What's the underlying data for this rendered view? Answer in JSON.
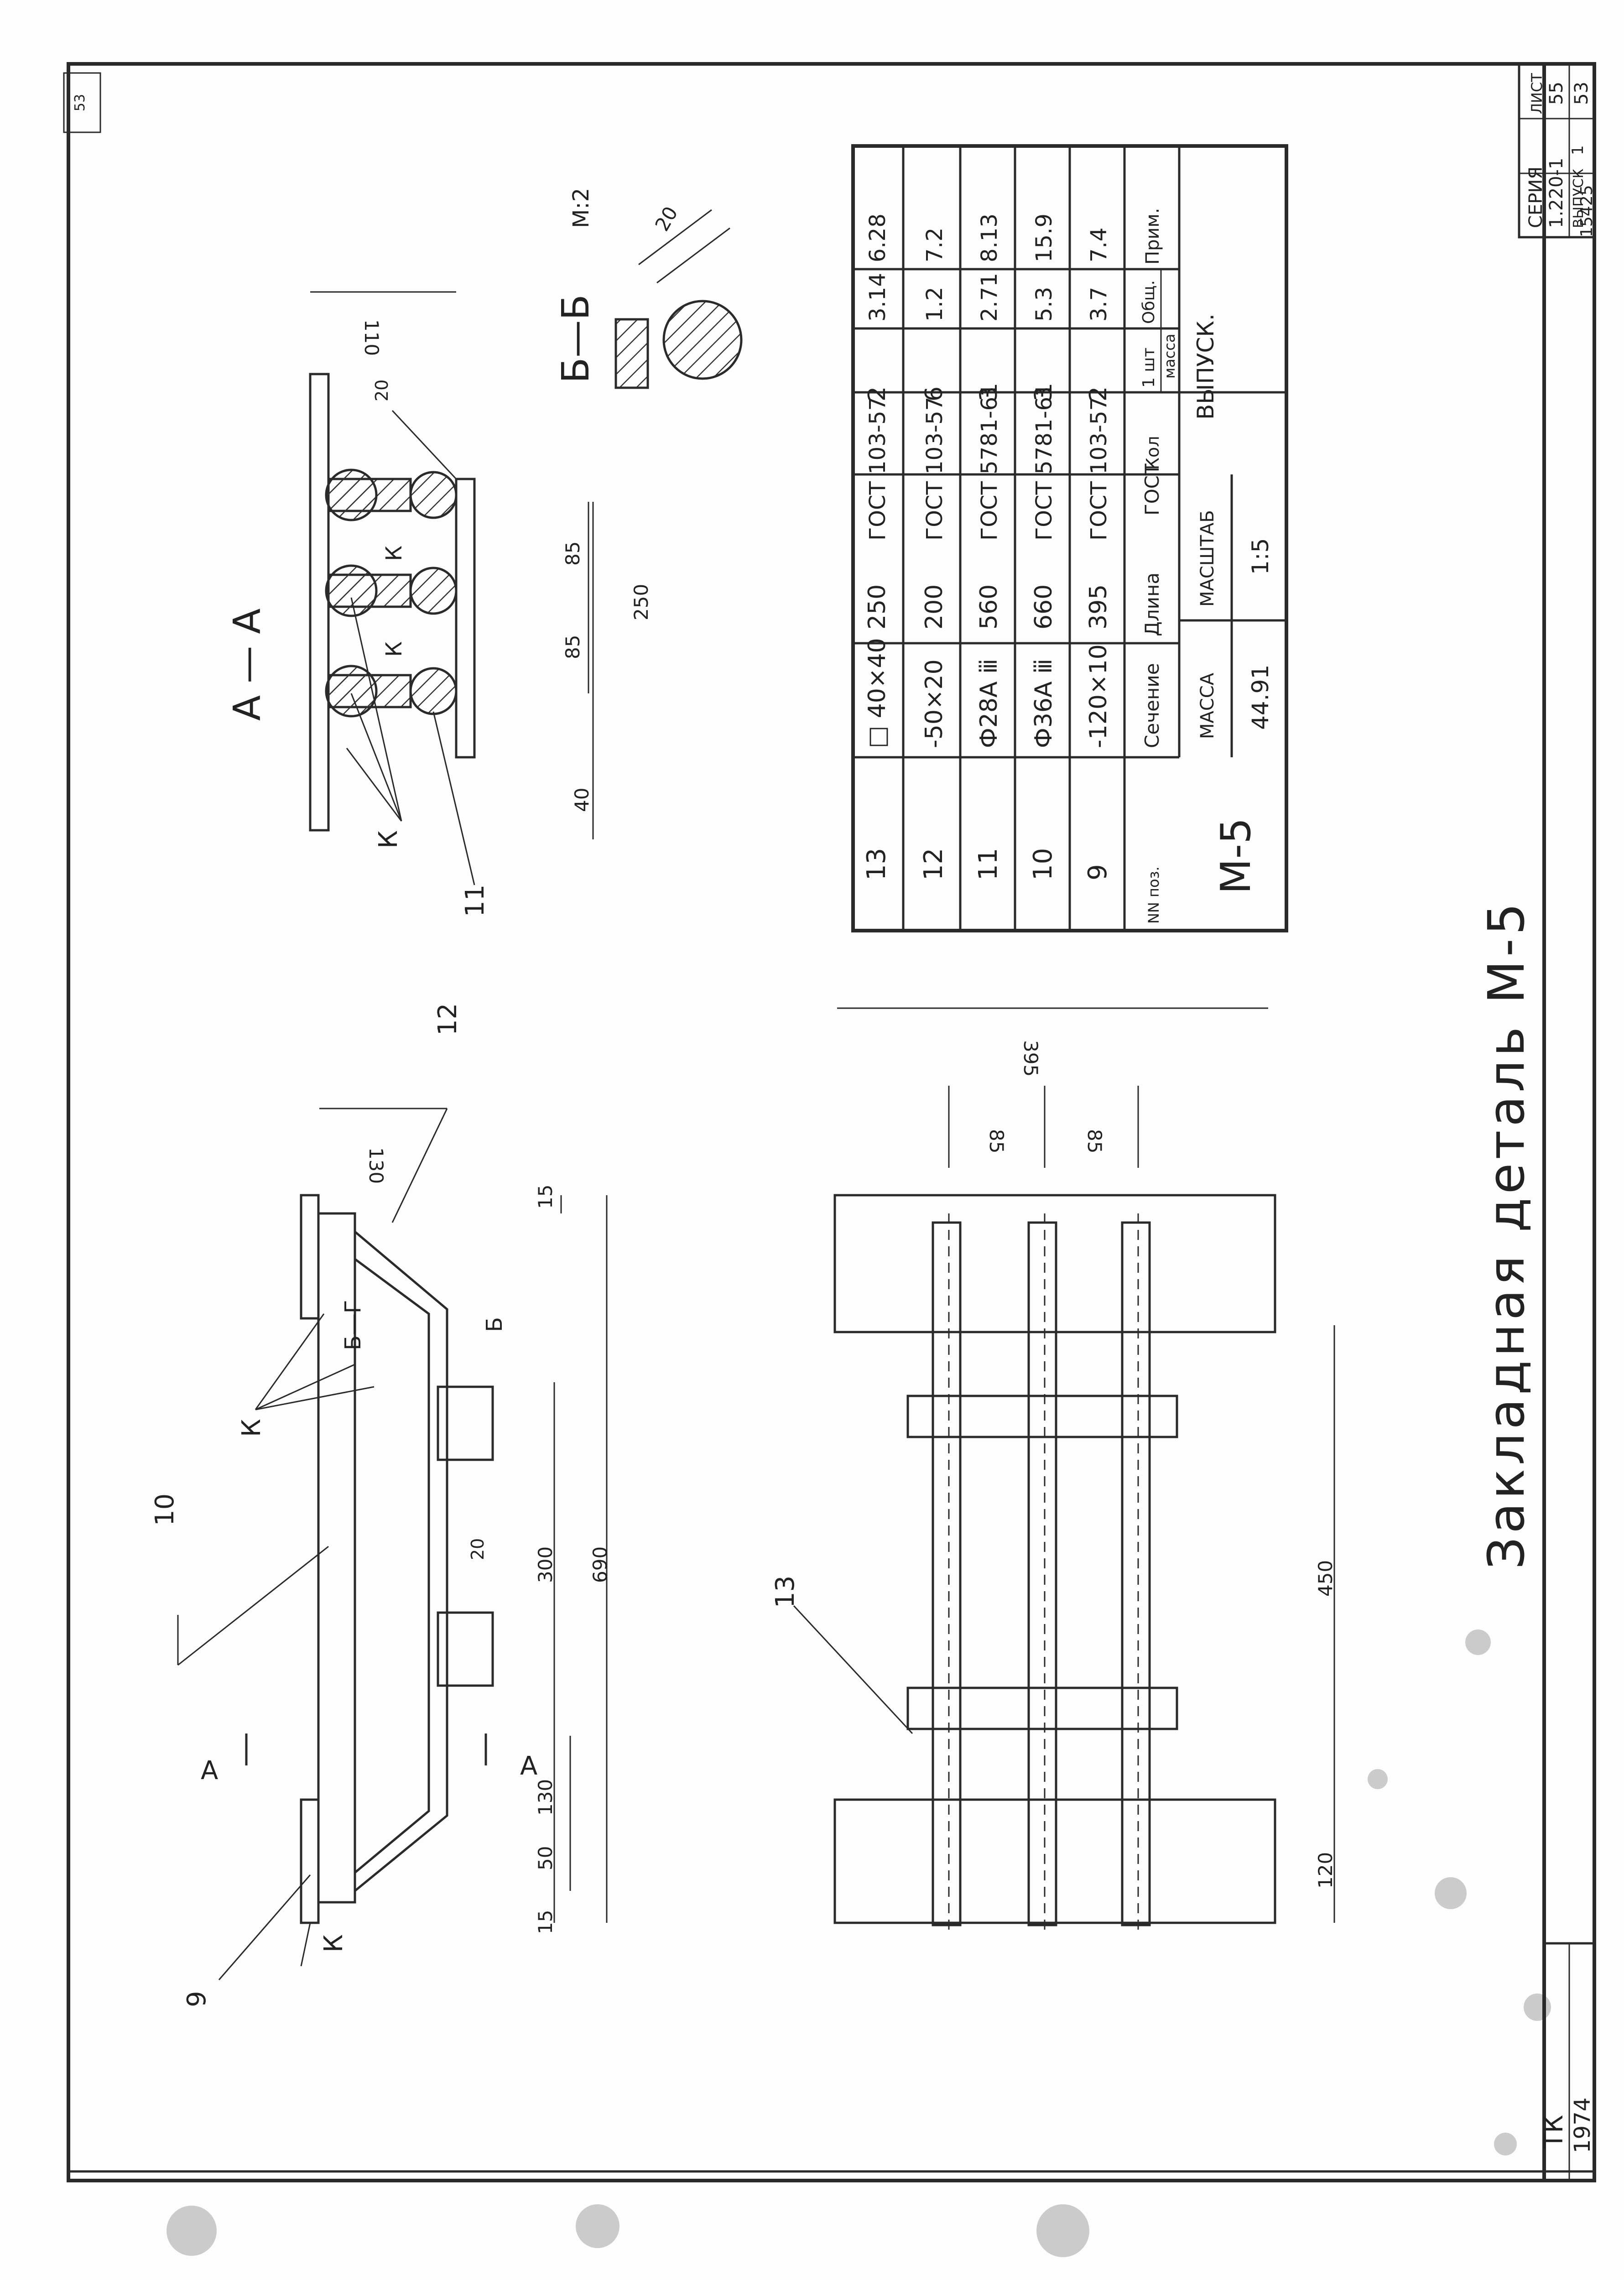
{
  "sheet": {
    "corner_number": "53",
    "view_labels": {
      "section_aa": "А — А",
      "section_bb": "Б—Б",
      "section_bb_scale": "М:2",
      "section_a": "А",
      "section_b": "Б",
      "section_b_cut": "Б—Г"
    },
    "weld_mark": "К",
    "weld_size": "20",
    "weld_size_b": "20",
    "positions": [
      "9",
      "10",
      "11",
      "12",
      "13"
    ],
    "dims_front": {
      "d15a": "15",
      "d50": "50",
      "d130": "130",
      "d300": "300",
      "d690": "690",
      "d15b": "15",
      "d130h": "130"
    },
    "dims_plan": {
      "d120": "120",
      "d450": "450",
      "d85a": "85",
      "d85b": "85",
      "d395": "395"
    },
    "dims_aa": {
      "d40": "40",
      "d85a": "85",
      "d85b": "85",
      "d250": "250",
      "d110": "110"
    },
    "title": "Закладная деталь М-5",
    "stamp": {
      "org": "ТК",
      "year": "1974"
    },
    "series_block": {
      "series_label": "СЕРИЯ",
      "series_value": "1.220-1",
      "issue_label": "ВЫПУСК",
      "issue_value": "1",
      "sheet_label": "ЛИСТ",
      "sheet_value": "55",
      "sheet_value2": "53",
      "archive_no": "15425"
    }
  },
  "spec_table": {
    "columns": [
      "NN поз.",
      "Сечение",
      "Длина",
      "ГОСТ",
      "Кол",
      "1 шт",
      "Общ.",
      "Прим."
    ],
    "mass_header": "масса",
    "rows": [
      {
        "pos": "13",
        "section": "□ 40×40",
        "length": "250",
        "gost": "ГОСТ 103-57",
        "qty": "2",
        "mass_one": "3.14",
        "mass_total": "6.28"
      },
      {
        "pos": "12",
        "section": "-50×20",
        "length": "200",
        "gost": "ГОСТ 103-57",
        "qty": "6",
        "mass_one": "1.2",
        "mass_total": "7.2"
      },
      {
        "pos": "11",
        "section": "Ф28А ⅲ",
        "length": "560",
        "gost": "ГОСТ 5781-61",
        "qty": "3",
        "mass_one": "2.71",
        "mass_total": "8.13"
      },
      {
        "pos": "10",
        "section": "Ф36А ⅲ",
        "length": "660",
        "gost": "ГОСТ 5781-61",
        "qty": "3",
        "mass_one": "5.3",
        "mass_total": "15.9"
      },
      {
        "pos": "9",
        "section": "-120×10",
        "length": "395",
        "gost": "ГОСТ 103-57",
        "qty": "2",
        "mass_one": "3.7",
        "mass_total": "7.4"
      }
    ],
    "footer": {
      "mark": "М-5",
      "mass_label": "МАССА",
      "mass_value": "44.91",
      "scale_label": "МАСШТАБ",
      "scale_value": "1:5",
      "issue_label": "ВЫПУСК."
    }
  }
}
